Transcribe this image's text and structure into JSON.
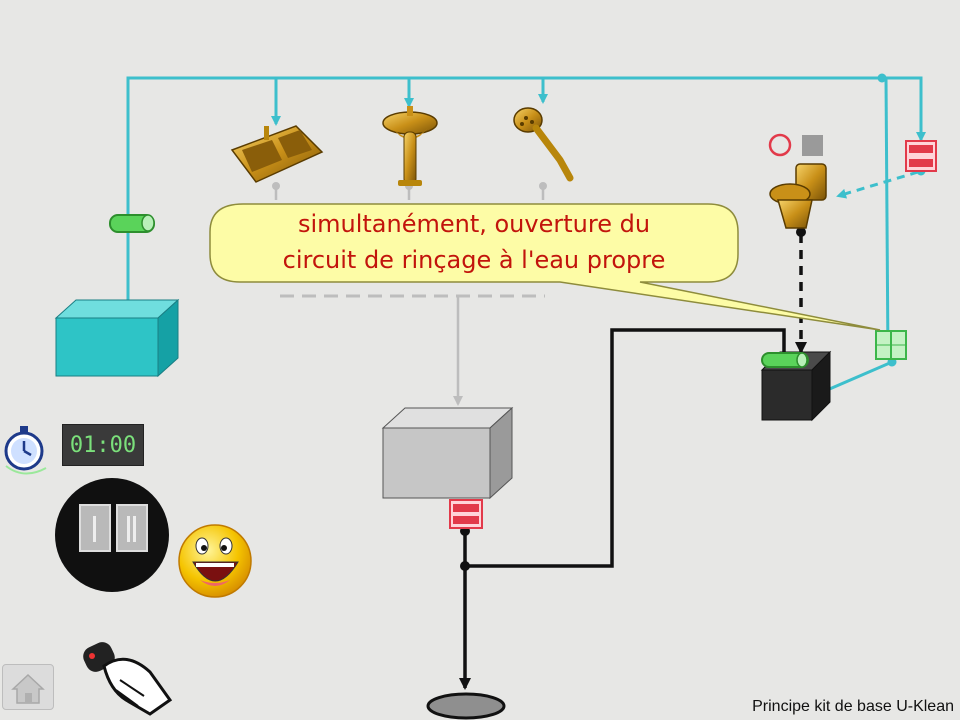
{
  "caption": {
    "line1": "simultanément, ouverture du",
    "line2": "circuit de rinçage à l'eau propre"
  },
  "timer": {
    "value": "01:00"
  },
  "footer": {
    "text": "Principe kit de base U-Klean"
  },
  "pause_button": {
    "symbol": "II",
    "state": "paused"
  },
  "colors": {
    "clean_water_pipe": "#3dbfcc",
    "valve_green": "#5ad35a",
    "valve_red": "#e23a4a",
    "caption_text": "#c2140c",
    "caption_bubble": "#fdfca6",
    "tank_cyan": "#2ec4c6",
    "tank_grey": "#c6c6c6",
    "tank_black": "#2b2b2b"
  },
  "icons": {
    "fixtures": [
      "kitchen-sink-icon",
      "washbasin-icon",
      "shower-head-icon",
      "toilet-icon"
    ],
    "controls": [
      "stopwatch-icon",
      "pause-icon",
      "smiley-icon",
      "remote-control-icon",
      "home-icon"
    ]
  }
}
